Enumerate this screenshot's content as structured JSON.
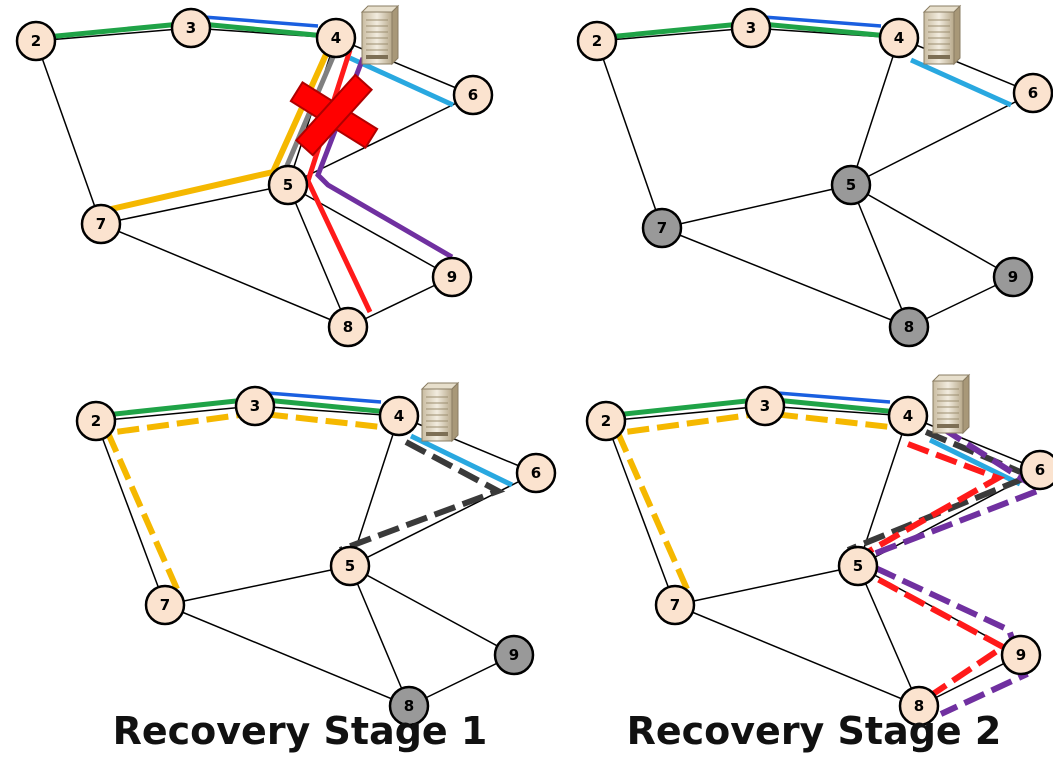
{
  "colors": {
    "node_fill": "#fbe3cf",
    "node_unaffected": "#999999",
    "green": "#1fa347",
    "blue": "#1a5fe0",
    "cyan": "#29a8e0",
    "yellow": "#f5b800",
    "red": "#ff1a1a",
    "purple": "#7030a0",
    "gray": "#808080",
    "dark": "#3a3a3a"
  },
  "icons": {
    "server": "server-icon",
    "failure": "red-x-failure-icon"
  },
  "nodes": [
    "2",
    "3",
    "4",
    "5",
    "6",
    "7",
    "8",
    "9"
  ],
  "captions": {
    "stage1": "Recovery Stage 1",
    "stage2": "Recovery Stage 2"
  }
}
